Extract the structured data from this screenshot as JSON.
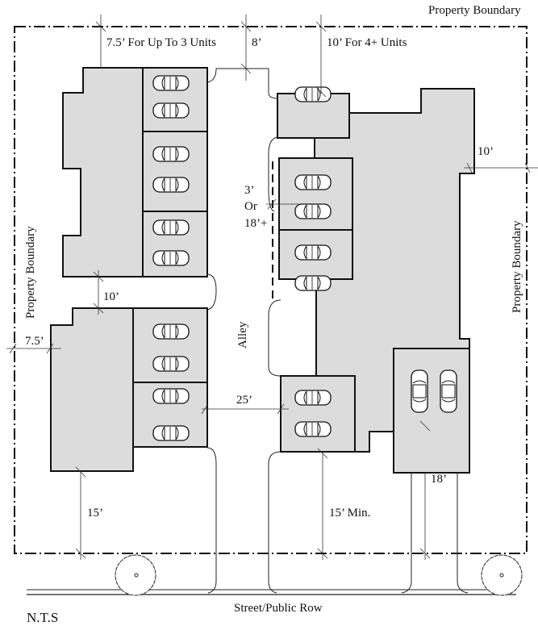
{
  "labels": {
    "property_boundary_top": "Property Boundary",
    "property_boundary_left": "Property Boundary",
    "property_boundary_right": "Property Boundary",
    "setback_rear_small": "7.5’ For Up To 3 Units",
    "setback_rear_8": "8’",
    "setback_rear_large": "10’ For 4+ Units",
    "side_10_right": "10’",
    "alley_width_1": "3’",
    "alley_width_2": "Or",
    "alley_width_3": "18’+",
    "building_sep": "10’",
    "side_7_5": "7.5’",
    "alley": "Alley",
    "garage_sep": "25’",
    "front_15": "15’",
    "front_15_min": "15’ Min.",
    "driveway_18": "18’",
    "street": "Street/Public Row",
    "scale": "N.T.S"
  },
  "colors": {
    "building_fill": "#dcdcdc",
    "line": "#111111"
  }
}
